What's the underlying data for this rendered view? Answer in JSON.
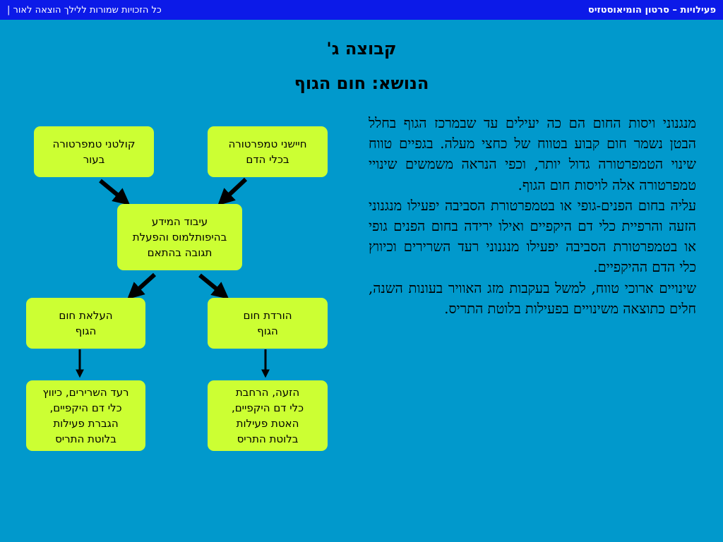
{
  "header": {
    "left": "כל הזכויות שמורות ללילך הוצאה לאור |",
    "right": "פעילויות – סרטון הומיאוסטזיס"
  },
  "title": "קבוצה ג'",
  "subtitle": "הנושא: חום הגוף",
  "paragraphs": [
    "מנגנוני ויסות החום הם כה יעילים עד שבמרכז הגוף בחלל הבטן נשמר חום קבוע בטווח של כחצי מעלה. בגפיים טווח שינוי הטמפרטורה גדול יותר, וכפי הנראה משמשים שינויי טמפרטורה אלה לויסות חום הגוף.",
    "עליה בחום הפנים-גופי או בטמפרטורת הסביבה יפעילו מנגנוני הזעה והרפיית כלי דם היקפיים ואילו ירידה בחום הפנים גופי או בטמפרטורת הסביבה יפעילו מנגנוני רעד השרירים וכיווץ כלי הדם ההיקפיים.",
    "שינויים ארוכי טווח, למשל בעקבות מזג האוויר בעונות השנה, חלים כתוצאה משינויים בפעילות בלוטת התריס."
  ],
  "diagram": {
    "receptor_skin": "קולטני טמפרטורה\nבעור",
    "receptor_blood": "חיישני טמפרטורה\nבכלי הדם",
    "processing": "עיבוד המידע\nבהיפותלמוס והפעלת\nתגובה בהתאם",
    "raise": "העלאת חום\nהגוף",
    "lower": "הורדת חום\nהגוף",
    "raise_mech": "רעד השרירים, כיווץ\nכלי דם היקפיים,\nהגברת פעילות\nבלוטת התריס",
    "lower_mech": "הזעה, הרחבת\nכלי דם היקפיים,\nהאטת פעילות\nבלוטת התריס"
  },
  "colors": {
    "background": "#0199cc",
    "header": "#0c1ae8",
    "box": "#ccff33"
  }
}
